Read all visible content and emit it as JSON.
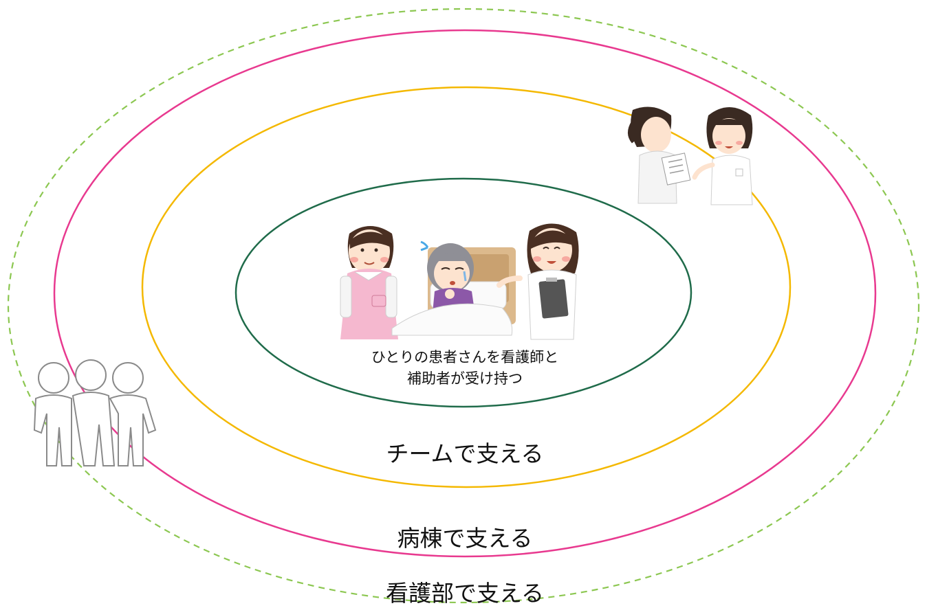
{
  "colors": {
    "nursing_dept_ring": "#8cc751",
    "ward_ring": "#e8398f",
    "team_ring": "#f4b800",
    "individual_ring": "#1f6b4a"
  },
  "rings": {
    "individual": {
      "line1": "ひとりの患者さんを看護師と",
      "line2": "補助者が受け持つ"
    },
    "team": {
      "label": "チームで支える"
    },
    "ward": {
      "label": "病棟で支える"
    },
    "nursing_dept": {
      "label": "看護部で支える"
    }
  },
  "illustrations": {
    "center": "nurses-with-patient-in-bed-illustration",
    "team": "two-nurses-sharing-notes-illustration",
    "staff": "group-of-three-people-outline-icon"
  }
}
